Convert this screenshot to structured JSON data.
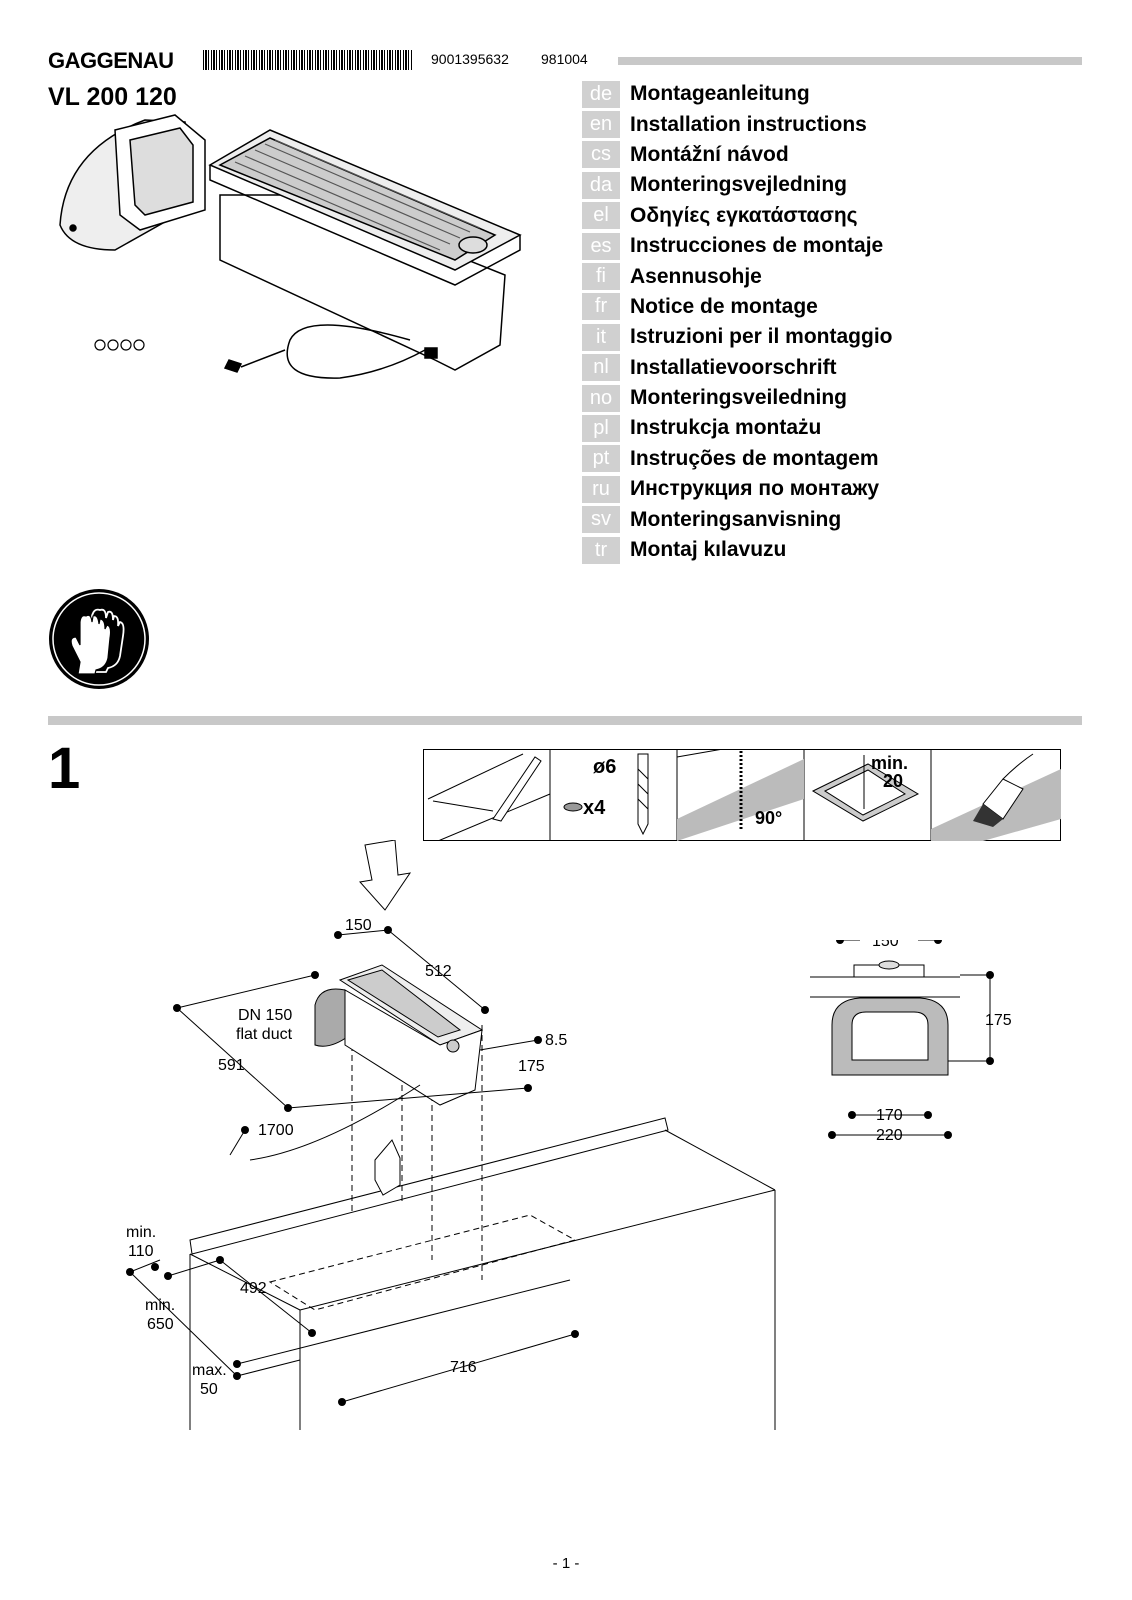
{
  "header": {
    "brand": "GAGGENAU",
    "document_number": "9001395632",
    "date_code": "981004",
    "model": "VL 200 120"
  },
  "languages": [
    {
      "code": "de",
      "title": "Montageanleitung"
    },
    {
      "code": "en",
      "title": "Installation instructions"
    },
    {
      "code": "cs",
      "title": "Montážní návod"
    },
    {
      "code": "da",
      "title": "Monteringsvejledning"
    },
    {
      "code": "el",
      "title": "Οδηγίες εγκατάστασης"
    },
    {
      "code": "es",
      "title": "Instrucciones de montaje"
    },
    {
      "code": "fi",
      "title": "Asennusohje"
    },
    {
      "code": "fr",
      "title": "Notice de montage"
    },
    {
      "code": "it",
      "title": "Istruzioni per il montaggio"
    },
    {
      "code": "nl",
      "title": "Installatievoorschrift"
    },
    {
      "code": "no",
      "title": "Monteringsveiledning"
    },
    {
      "code": "pl",
      "title": "Instrukcja montażu"
    },
    {
      "code": "pt",
      "title": "Instruções de montagem"
    },
    {
      "code": "ru",
      "title": "Инструкция по монтажу"
    },
    {
      "code": "sv",
      "title": "Monteringsanvisning"
    },
    {
      "code": "tr",
      "title": "Montaj kılavuzu"
    }
  ],
  "step1": {
    "number": "1",
    "tools": {
      "drill_diameter": "ø6",
      "drill_count": "x4",
      "angle": "90°",
      "min_label": "min.",
      "min_value": "20"
    },
    "dims": {
      "width_150": "150",
      "length_512": "512",
      "duct_line1": "DN 150",
      "duct_line2": "flat duct",
      "d591": "591",
      "d8_5": "8.5",
      "d175": "175",
      "cable": "1700",
      "min_label": "min.",
      "min110": "110",
      "min650": "650",
      "d492": "492",
      "max_label": "max.",
      "max50": "50",
      "d716": "716"
    },
    "section": {
      "top_width": "150",
      "height": "175",
      "inner_width": "170",
      "outer_width": "220"
    }
  },
  "footer": {
    "page": "- 1 -"
  },
  "colors": {
    "rule_gray": "#c8c8c8",
    "lang_badge": "#d0d0d0"
  }
}
